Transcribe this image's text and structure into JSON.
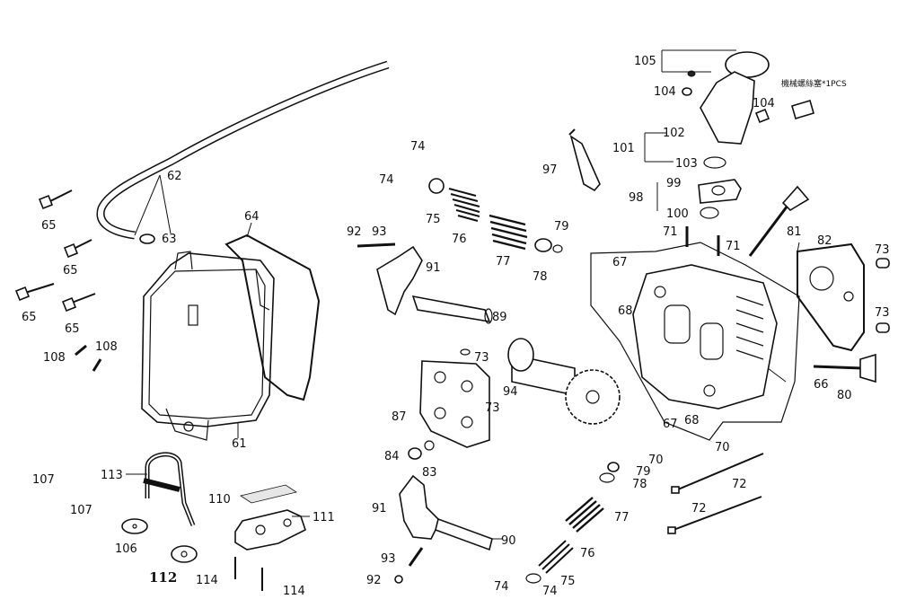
{
  "diagram": {
    "note": "機械螺絲塞*1PCS",
    "callouts": [
      {
        "id": "62",
        "text": "62"
      },
      {
        "id": "63",
        "text": "63"
      },
      {
        "id": "64",
        "text": "64"
      },
      {
        "id": "65a",
        "text": "65"
      },
      {
        "id": "65b",
        "text": "65"
      },
      {
        "id": "65c",
        "text": "65"
      },
      {
        "id": "65d",
        "text": "65"
      },
      {
        "id": "61",
        "text": "61"
      },
      {
        "id": "108a",
        "text": "108"
      },
      {
        "id": "108b",
        "text": "108"
      },
      {
        "id": "107a",
        "text": "107"
      },
      {
        "id": "107b",
        "text": "107"
      },
      {
        "id": "113",
        "text": "113"
      },
      {
        "id": "106",
        "text": "106"
      },
      {
        "id": "112",
        "text": "112"
      },
      {
        "id": "110",
        "text": "110"
      },
      {
        "id": "111",
        "text": "111"
      },
      {
        "id": "114a",
        "text": "114"
      },
      {
        "id": "114b",
        "text": "114"
      },
      {
        "id": "74a",
        "text": "74"
      },
      {
        "id": "74b",
        "text": "74"
      },
      {
        "id": "75a",
        "text": "75"
      },
      {
        "id": "76a",
        "text": "76"
      },
      {
        "id": "77a",
        "text": "77"
      },
      {
        "id": "78a",
        "text": "78"
      },
      {
        "id": "79a",
        "text": "79"
      },
      {
        "id": "92a",
        "text": "92"
      },
      {
        "id": "93a",
        "text": "93"
      },
      {
        "id": "91a",
        "text": "91"
      },
      {
        "id": "89",
        "text": "89"
      },
      {
        "id": "73a",
        "text": "73"
      },
      {
        "id": "73b",
        "text": "73"
      },
      {
        "id": "87",
        "text": "87"
      },
      {
        "id": "94",
        "text": "94"
      },
      {
        "id": "84",
        "text": "84"
      },
      {
        "id": "83",
        "text": "83"
      },
      {
        "id": "91b",
        "text": "91"
      },
      {
        "id": "93b",
        "text": "93"
      },
      {
        "id": "92b",
        "text": "92"
      },
      {
        "id": "90",
        "text": "90"
      },
      {
        "id": "97",
        "text": "97"
      },
      {
        "id": "105",
        "text": "105"
      },
      {
        "id": "104a",
        "text": "104"
      },
      {
        "id": "104b",
        "text": "104"
      },
      {
        "id": "101",
        "text": "101"
      },
      {
        "id": "102",
        "text": "102"
      },
      {
        "id": "103",
        "text": "103"
      },
      {
        "id": "98",
        "text": "98"
      },
      {
        "id": "99",
        "text": "99"
      },
      {
        "id": "100",
        "text": "100"
      },
      {
        "id": "71a",
        "text": "71"
      },
      {
        "id": "71b",
        "text": "71"
      },
      {
        "id": "81",
        "text": "81"
      },
      {
        "id": "82",
        "text": "82"
      },
      {
        "id": "73c",
        "text": "73"
      },
      {
        "id": "73d",
        "text": "73"
      },
      {
        "id": "67a",
        "text": "67"
      },
      {
        "id": "68a",
        "text": "68"
      },
      {
        "id": "66",
        "text": "66"
      },
      {
        "id": "80",
        "text": "80"
      },
      {
        "id": "67b",
        "text": "67"
      },
      {
        "id": "68b",
        "text": "68"
      },
      {
        "id": "70a",
        "text": "70"
      },
      {
        "id": "70b",
        "text": "70"
      },
      {
        "id": "79b",
        "text": "79"
      },
      {
        "id": "78b",
        "text": "78"
      },
      {
        "id": "77b",
        "text": "77"
      },
      {
        "id": "76b",
        "text": "76"
      },
      {
        "id": "75b",
        "text": "75"
      },
      {
        "id": "74c",
        "text": "74"
      },
      {
        "id": "74d",
        "text": "74"
      },
      {
        "id": "72a",
        "text": "72"
      },
      {
        "id": "72b",
        "text": "72"
      }
    ]
  }
}
